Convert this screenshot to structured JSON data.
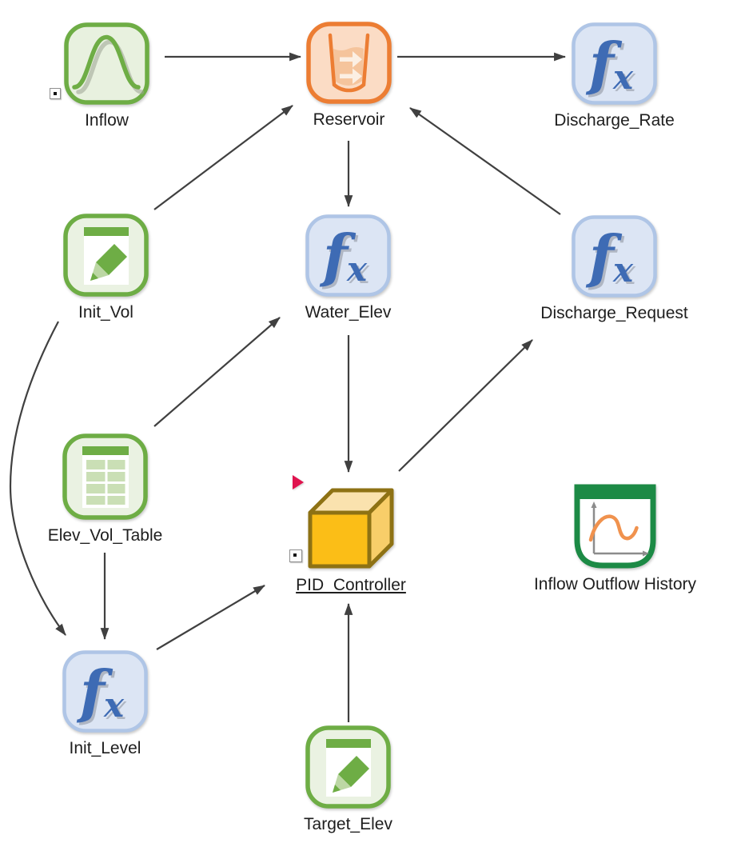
{
  "diagram": {
    "app_context": "simulation model influence diagram",
    "nodes": {
      "inflow": {
        "label": "Inflow",
        "type": "stochastic-element",
        "has_badge": true
      },
      "reservoir": {
        "label": "Reservoir",
        "type": "reservoir-element",
        "has_badge": false
      },
      "discharge_rate": {
        "label": "Discharge_Rate",
        "type": "expression-element",
        "has_badge": false
      },
      "init_vol": {
        "label": "Init_Vol",
        "type": "data-element",
        "has_badge": false
      },
      "water_elev": {
        "label": "Water_Elev",
        "type": "expression-element",
        "has_badge": false
      },
      "discharge_request": {
        "label": "Discharge_Request",
        "type": "expression-element",
        "has_badge": false
      },
      "elev_vol_table": {
        "label": "Elev_Vol_Table",
        "type": "lookup-table-element",
        "has_badge": false
      },
      "pid_controller": {
        "label": "PID_Controller",
        "type": "container-element",
        "has_badge": true,
        "flagged": true,
        "label_style": "hyperlink"
      },
      "inflow_outflow_history": {
        "label": "Inflow Outflow History",
        "type": "time-history-result",
        "has_badge": false
      },
      "init_level": {
        "label": "Init_Level",
        "type": "expression-element",
        "has_badge": false
      },
      "target_elev": {
        "label": "Target_Elev",
        "type": "data-element",
        "has_badge": false
      }
    },
    "connections": [
      {
        "from": "Inflow",
        "to": "Reservoir"
      },
      {
        "from": "Reservoir",
        "to": "Discharge_Rate"
      },
      {
        "from": "Init_Vol",
        "to": "Reservoir"
      },
      {
        "from": "Discharge_Request",
        "to": "Reservoir"
      },
      {
        "from": "Reservoir",
        "to": "Water_Elev"
      },
      {
        "from": "Elev_Vol_Table",
        "to": "Water_Elev"
      },
      {
        "from": "Water_Elev",
        "to": "PID_Controller"
      },
      {
        "from": "PID_Controller",
        "to": "Discharge_Request"
      },
      {
        "from": "Init_Vol",
        "to": "Init_Level"
      },
      {
        "from": "Elev_Vol_Table",
        "to": "Init_Level"
      },
      {
        "from": "Init_Level",
        "to": "PID_Controller"
      },
      {
        "from": "Target_Elev",
        "to": "PID_Controller"
      }
    ],
    "colors": {
      "background": "#FFFFFF",
      "arrow": "#404040",
      "label_text": "#1E1E1E",
      "hyperlink_blue": "#1070C8",
      "green_border": "#6EAD45",
      "green_fill": "#E8F1DF",
      "orange_border": "#EC7D33",
      "orange_fill": "#FBDCC5",
      "blue_border": "#AFC5E6",
      "blue_fill": "#DCE5F4",
      "fx_glyph": "#3E6BB4",
      "cube_front": "#FBBE17",
      "cube_top": "#FAE2AE",
      "cube_side": "#F8CE69",
      "cube_edge": "#8E7214",
      "result_green": "#1C8A45",
      "result_curve_orange": "#F0924E",
      "flag_red": "#E0134E"
    }
  }
}
